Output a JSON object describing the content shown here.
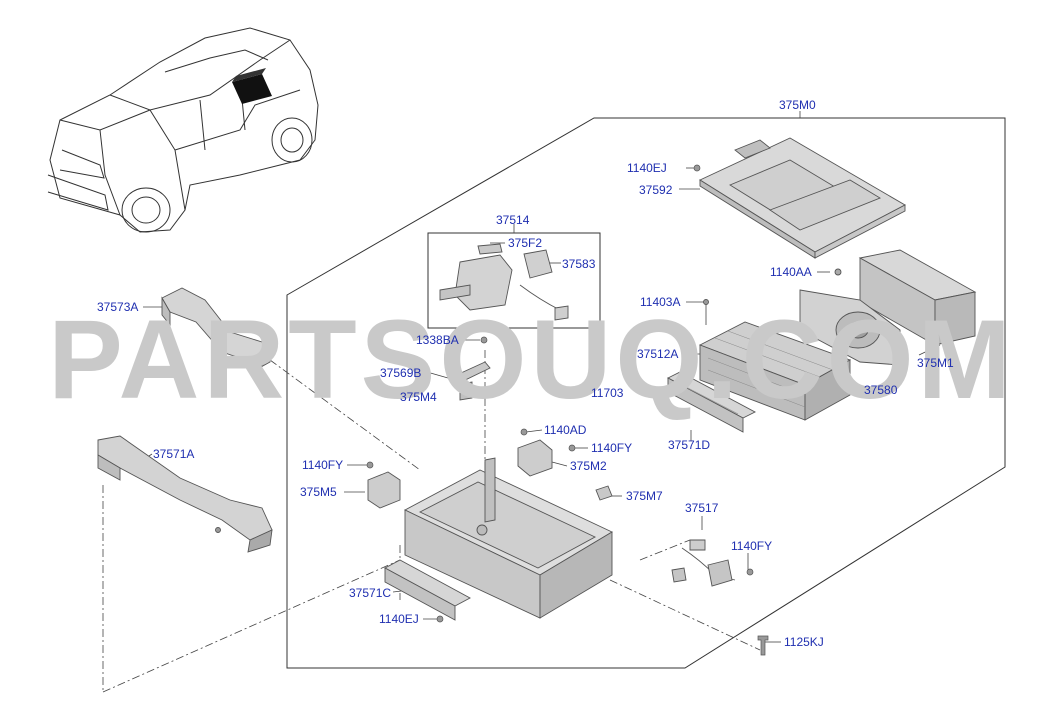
{
  "colors": {
    "label": "#1f2fb0",
    "line": "#444444",
    "part_fill": "#dcdcdc",
    "part_stroke": "#555555",
    "watermark": "#c9c9c9"
  },
  "watermark": "PARTSOUQ.COM",
  "labels": {
    "l375M0": "375M0",
    "l1140EJ_top": "1140EJ",
    "l37592": "37592",
    "l37514": "37514",
    "l375F2": "375F2",
    "l37583": "37583",
    "l1140AA": "1140AA",
    "l37573A": "37573A",
    "l11403A": "11403A",
    "l1338BA": "1338BA",
    "l37512A": "37512A",
    "l375M1": "375M1",
    "l37569B": "37569B",
    "l375M4": "375M4",
    "l11703": "11703",
    "l37580": "37580",
    "l1140AD": "1140AD",
    "l37571A": "37571A",
    "l1140FY_mid": "1140FY",
    "l37571D": "37571D",
    "l375M2": "375M2",
    "l1140FY_left": "1140FY",
    "l375M5": "375M5",
    "l375M7": "375M7",
    "l37517": "37517",
    "l1140FY_right": "1140FY",
    "l37571C": "37571C",
    "l1140EJ_bottom": "1140EJ",
    "l1125KJ": "1125KJ"
  }
}
